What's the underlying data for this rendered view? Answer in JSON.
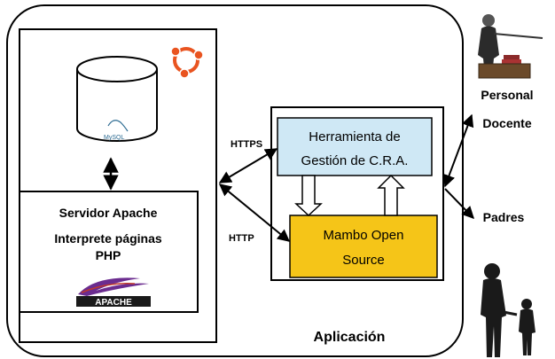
{
  "server": {
    "title": "Servidor Apache",
    "line2": "Interprete páginas",
    "line3": "PHP",
    "logos": {
      "mysql": "MySQL",
      "apache": "APACHE"
    }
  },
  "app": {
    "herramienta_line1": "Herramienta de",
    "herramienta_line2": "Gestión de C.R.A.",
    "mambo_line1": "Mambo Open",
    "mambo_line2": "Source",
    "label": "Aplicación"
  },
  "protocols": {
    "https": "HTTPS",
    "http": "HTTP"
  },
  "users": {
    "personal": "Personal",
    "docente": "Docente",
    "padres": "Padres"
  },
  "colors": {
    "herramienta_fill": "#cfe8f5",
    "mambo_fill": "#f5c518",
    "ubuntu": "#e95420",
    "apache_purple": "#6b2c8f",
    "text": "#000000"
  }
}
